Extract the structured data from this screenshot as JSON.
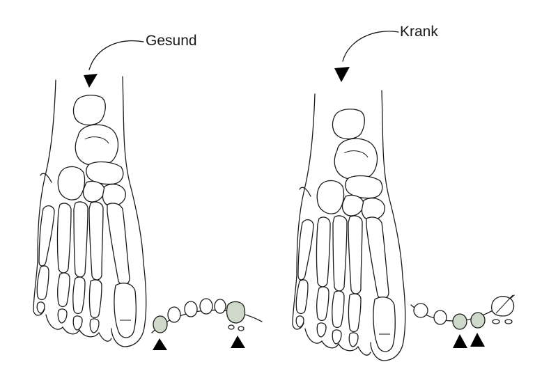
{
  "labels": {
    "healthy": "Gesund",
    "sick": "Krank"
  },
  "colors": {
    "stroke": "#1a1a1a",
    "highlight_fill": "#cfd9c9",
    "marker": "#000000"
  },
  "icons": {
    "pointer_arrow": "curved-arrow-icon",
    "marker": "triangle-marker-icon"
  },
  "panels": [
    {
      "name": "healthy",
      "highlighted_sesamoids": 2,
      "markers": 2
    },
    {
      "name": "sick",
      "highlighted_sesamoids": 2,
      "markers": 2
    }
  ]
}
